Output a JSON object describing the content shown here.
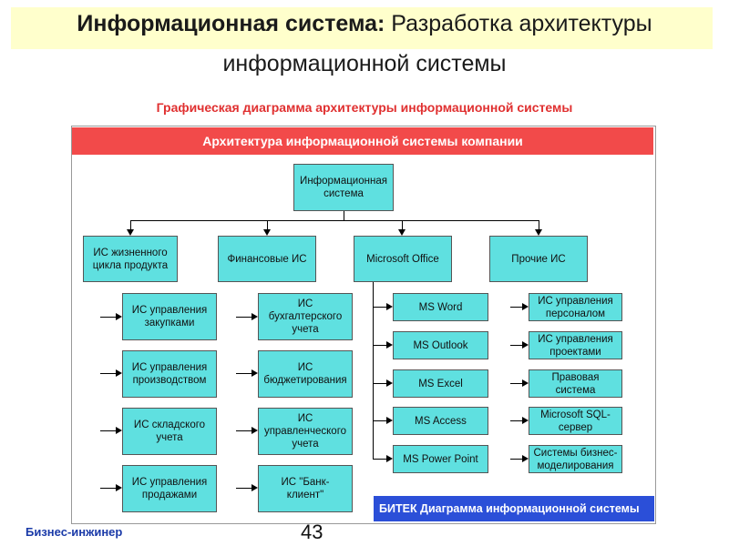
{
  "title": {
    "bold_part": "Информационная система:",
    "rest_part": " Разработка архитектуры",
    "line2": "информационной системы"
  },
  "subtitle": "Графическая диаграмма архитектуры информационной системы",
  "diagram": {
    "header": "Архитектура информационной системы компании",
    "root": "Информационная\nсистема",
    "categories": [
      "ИС жизненного\nцикла продукта",
      "Финансовые ИС",
      "Microsoft Office",
      "Прочие ИС"
    ],
    "col1": [
      "ИС управления\nзакупками",
      "ИС управления\nпроизводством",
      "ИС складского\nучета",
      "ИС управления\nпродажами"
    ],
    "col2": [
      "ИС\nбухгалтерского\nучета",
      "ИС\nбюджетирования",
      "ИС\nуправленческого\nучета",
      "ИС \"Банк-\nклиент\""
    ],
    "col3": [
      "MS Word",
      "MS Outlook",
      "MS Excel",
      "MS Access",
      "MS Power Point"
    ],
    "col4": [
      "ИС управления\nперсоналом",
      "ИС управления\nпроектами",
      "Правовая\nсистема",
      "Microsoft SQL-\nсервер",
      "Системы бизнес-\nмоделирования"
    ],
    "footer_banner": "БИТЕК Диаграмма информационной системы"
  },
  "footer": {
    "left_text": "Бизнес-инжинер",
    "page_number": "43"
  },
  "colors": {
    "header_red": "#f24a4a",
    "box_cyan": "#5fe0e0",
    "subtitle_red": "#e03030",
    "banner_blue": "#2b4fd8",
    "title_band": "#ffffcc"
  }
}
